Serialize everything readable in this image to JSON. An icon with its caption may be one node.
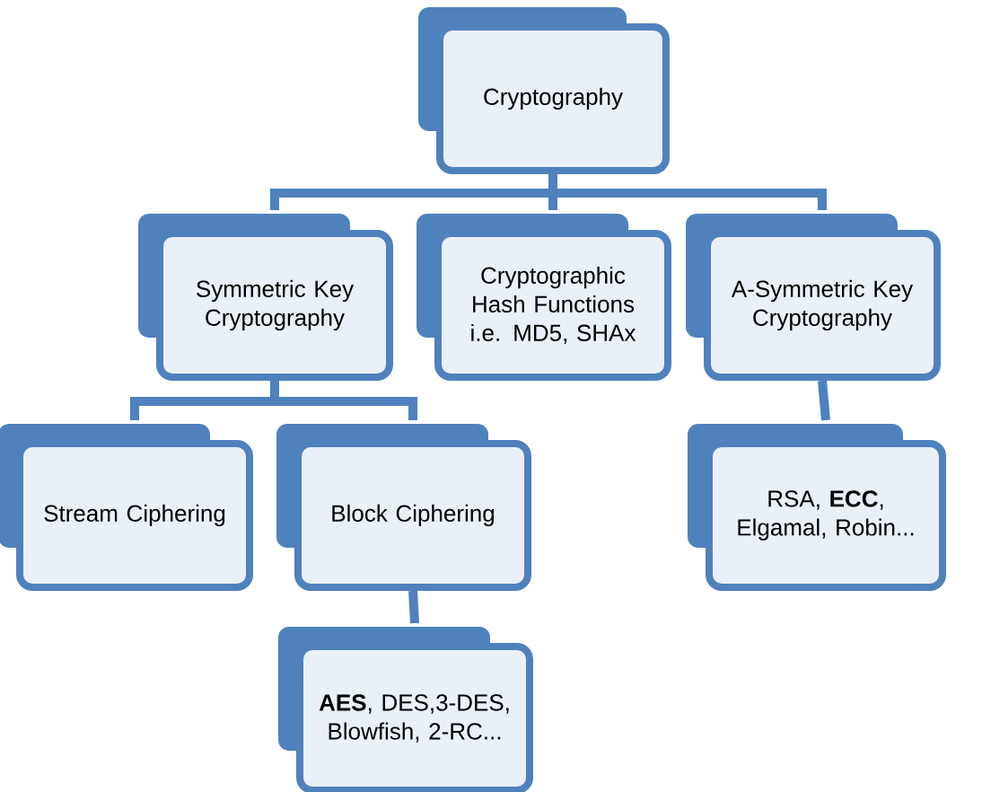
{
  "diagram": {
    "nodes": [
      {
        "text": [
          "Cryptography"
        ]
      },
      {
        "text": [
          "Symmetric Key Cryptography"
        ]
      },
      {
        "text": [
          "Cryptographic Hash Functions i.e. MD5, SHAx"
        ]
      },
      {
        "text": [
          "A-Symmetric Key Cryptography"
        ]
      },
      {
        "text": [
          "Stream Ciphering"
        ]
      },
      {
        "text": [
          "Block Ciphering"
        ]
      },
      {
        "text": [
          "**AES**, DES,3-DES, Blowfish, 2-RC..."
        ]
      },
      {
        "text": [
          "RSA, **ECC**, Elgamal, Robin..."
        ]
      }
    ],
    "edges": [
      {
        "from": 0,
        "to": 1,
        "arrow": "none"
      },
      {
        "from": 0,
        "to": 2,
        "arrow": "none"
      },
      {
        "from": 0,
        "to": 3,
        "arrow": "none"
      },
      {
        "from": 1,
        "to": 4,
        "arrow": "none"
      },
      {
        "from": 1,
        "to": 5,
        "arrow": "none"
      },
      {
        "from": 5,
        "to": 6,
        "arrow": "none"
      },
      {
        "from": 3,
        "to": 7,
        "arrow": "none"
      }
    ]
  }
}
